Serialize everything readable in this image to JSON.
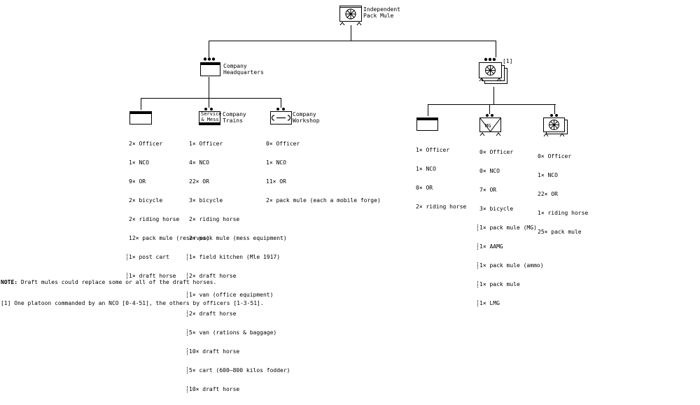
{
  "units": {
    "root": {
      "label": "Independent\nPack Mule"
    },
    "hq": {
      "label": "Company\nHeadquarters"
    },
    "hq_section": {
      "roster": [
        "2× Officer",
        "1× NCO",
        "9× OR",
        "2× bicycle",
        "2× riding horse",
        "12× pack mule (reserves)",
        "1× post cart",
        "1× draft horse"
      ]
    },
    "trains": {
      "label": "Company\nTrains",
      "symbol_text": "Service\n& Mess",
      "roster": [
        "1× Officer",
        "4× NCO",
        "22× OR",
        "3× bicycle",
        "2× riding horse",
        "2× pack mule (mess equipment)",
        "1× field kitchen (Mle 1917)",
        "2× draft horse",
        "1× van (office equipment)",
        "2× draft horse",
        "5× van (rations & baggage)",
        "10× draft horse",
        "5× cart (600–800 kilos fodder)",
        "10× draft horse"
      ]
    },
    "workshop": {
      "label": "Company\nWorkshop",
      "roster": [
        "0× Officer",
        "1× NCO",
        "11× OR",
        "2× pack mule (each a mobile forge)"
      ]
    },
    "platoon": {
      "ref": "[1]"
    },
    "platoon_hq": {
      "roster": [
        "1× Officer",
        "1× NCO",
        "0× OR",
        "2× riding horse"
      ]
    },
    "mg_section": {
      "symbol_text": "MG",
      "roster": [
        "0× Officer",
        "0× NCO",
        "7× OR",
        "3× bicycle",
        "1× pack mule (MG)",
        "1× AAMG",
        "1× pack mule (ammo)",
        "1× pack mule",
        "1× LMG"
      ]
    },
    "mule_section": {
      "roster": [
        "0× Officer",
        "1× NCO",
        "22× OR",
        "1× riding horse",
        "25× pack mule"
      ]
    }
  },
  "notes": {
    "note_head": "NOTE:",
    "note_body": " Draft mules could replace some or all of the draft horses.",
    "footnote": "[1] One platoon commanded by an NCO [0-4-51], the others by officers [1-3-51]."
  }
}
